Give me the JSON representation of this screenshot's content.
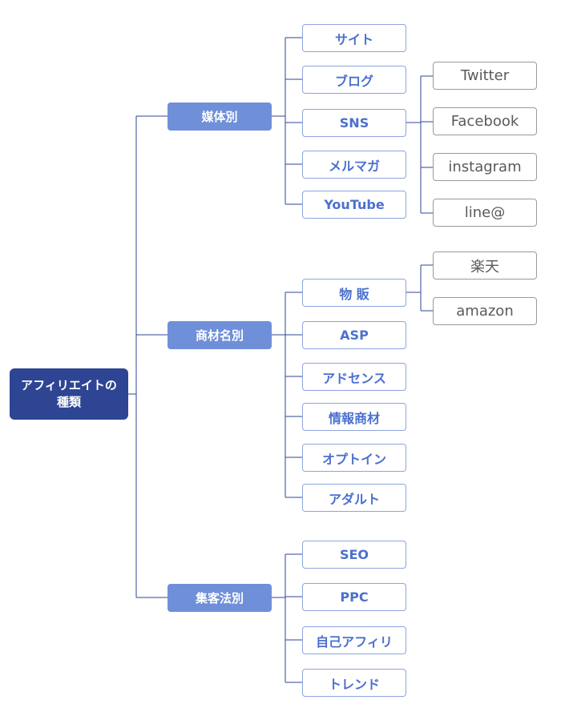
{
  "root": {
    "line1": "アフィリエイトの",
    "line2": "種類"
  },
  "categories": [
    {
      "label": "媒体別",
      "items": [
        {
          "label": "サイト"
        },
        {
          "label": "ブログ"
        },
        {
          "label": "SNS",
          "sub": [
            "Twitter",
            "Facebook",
            "instagram",
            "line@"
          ]
        },
        {
          "label": "メルマガ"
        },
        {
          "label": "YouTube"
        }
      ]
    },
    {
      "label": "商材名別",
      "items": [
        {
          "label": "物 販",
          "sub": [
            "楽天",
            "amazon"
          ]
        },
        {
          "label": "ASP"
        },
        {
          "label": "アドセンス"
        },
        {
          "label": "情報商材"
        },
        {
          "label": "オプトイン"
        },
        {
          "label": "アダルト"
        }
      ]
    },
    {
      "label": "集客法別",
      "items": [
        {
          "label": "SEO"
        },
        {
          "label": "PPC"
        },
        {
          "label": "自己アフィリ"
        },
        {
          "label": "トレンド"
        }
      ]
    }
  ],
  "colors": {
    "root": "#2e4593",
    "category": "#6f8fd8",
    "leaf_border": "#8da4df",
    "leaf_text": "#4b70cf",
    "line": "#2e4593",
    "sub_border": "#9a9a9a"
  }
}
